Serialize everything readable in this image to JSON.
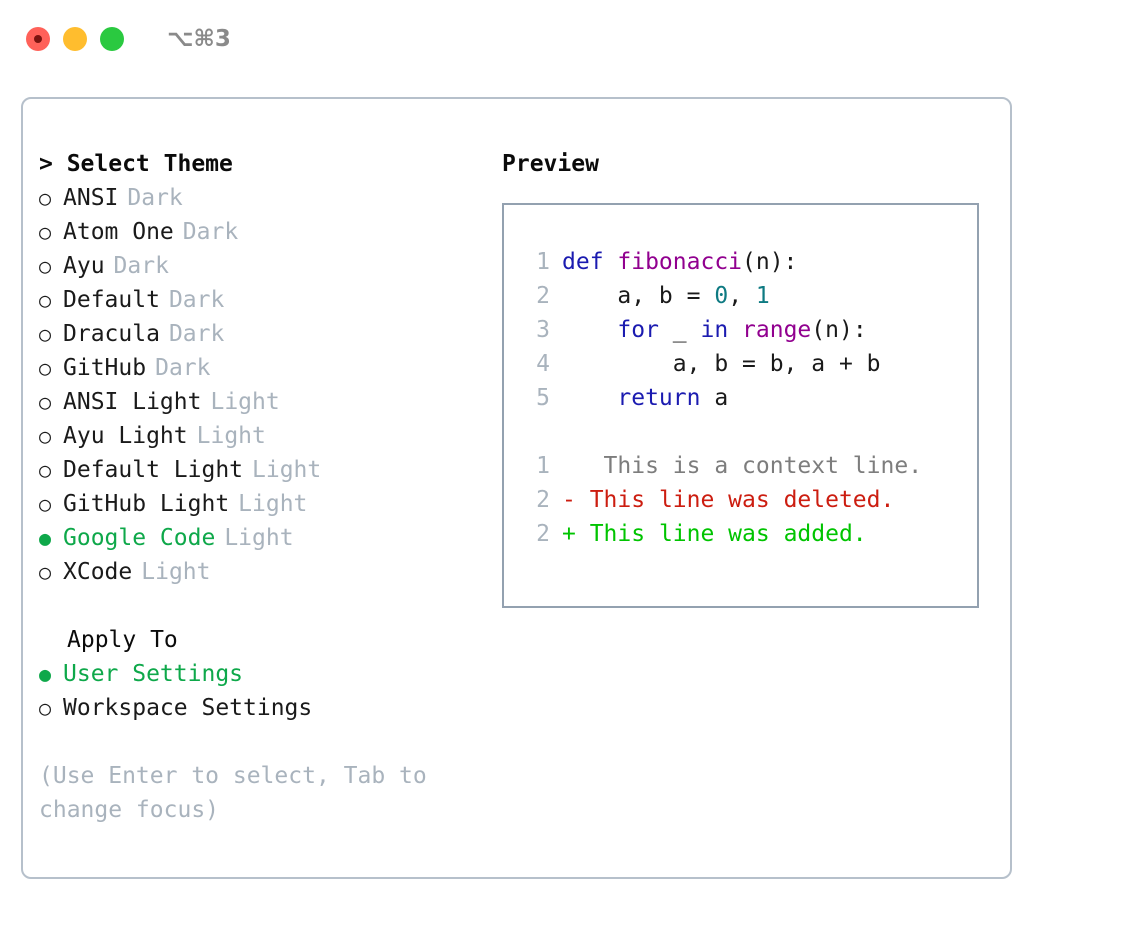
{
  "window": {
    "shortcut": "⌥⌘3",
    "traffic_lights": [
      "close",
      "minimize",
      "maximize"
    ],
    "colors": {
      "close": "#ff6159",
      "minimize": "#ffbd2e",
      "maximize": "#2ac940",
      "accent_green": "#0ea84a",
      "panel_border": "#b6c0cb",
      "preview_border": "#93a1b0",
      "muted": "#a9b3bd"
    }
  },
  "theme_selector": {
    "header": "> Select Theme",
    "bullet_off": "○",
    "bullet_on": "●",
    "options": [
      {
        "name": "ANSI",
        "tag": "Dark",
        "selected": false
      },
      {
        "name": "Atom One",
        "tag": "Dark",
        "selected": false
      },
      {
        "name": "Ayu",
        "tag": "Dark",
        "selected": false
      },
      {
        "name": "Default",
        "tag": "Dark",
        "selected": false
      },
      {
        "name": "Dracula",
        "tag": "Dark",
        "selected": false
      },
      {
        "name": "GitHub",
        "tag": "Dark",
        "selected": false
      },
      {
        "name": "ANSI Light",
        "tag": "Light",
        "selected": false
      },
      {
        "name": "Ayu Light",
        "tag": "Light",
        "selected": false
      },
      {
        "name": "Default Light",
        "tag": "Light",
        "selected": false
      },
      {
        "name": "GitHub Light",
        "tag": "Light",
        "selected": false
      },
      {
        "name": "Google Code",
        "tag": "Light",
        "selected": true
      },
      {
        "name": "XCode",
        "tag": "Light",
        "selected": false
      }
    ]
  },
  "apply_to": {
    "header": "Apply To",
    "options": [
      {
        "name": "User Settings",
        "selected": true
      },
      {
        "name": "Workspace Settings",
        "selected": false
      }
    ]
  },
  "hint": "(Use Enter to select, Tab to change focus)",
  "preview": {
    "title": "Preview",
    "code_lines": [
      {
        "lineno": "1",
        "tokens": [
          {
            "text": "def ",
            "type": "kw"
          },
          {
            "text": "fibonacci",
            "type": "fn"
          },
          {
            "text": "(n):",
            "type": "plain"
          }
        ]
      },
      {
        "lineno": "2",
        "tokens": [
          {
            "text": "    a, b = ",
            "type": "plain"
          },
          {
            "text": "0",
            "type": "num"
          },
          {
            "text": ", ",
            "type": "plain"
          },
          {
            "text": "1",
            "type": "num"
          }
        ]
      },
      {
        "lineno": "3",
        "tokens": [
          {
            "text": "    ",
            "type": "plain"
          },
          {
            "text": "for",
            "type": "kw"
          },
          {
            "text": " _ ",
            "type": "plain"
          },
          {
            "text": "in",
            "type": "kw"
          },
          {
            "text": " ",
            "type": "plain"
          },
          {
            "text": "range",
            "type": "fn"
          },
          {
            "text": "(n):",
            "type": "plain"
          }
        ]
      },
      {
        "lineno": "4",
        "tokens": [
          {
            "text": "        a, b = b, a + b",
            "type": "plain"
          }
        ]
      },
      {
        "lineno": "5",
        "tokens": [
          {
            "text": "    ",
            "type": "plain"
          },
          {
            "text": "return",
            "type": "kw"
          },
          {
            "text": " a",
            "type": "plain"
          }
        ]
      }
    ],
    "diff_lines": [
      {
        "lineno": "1",
        "marker": " ",
        "text": "  This is a context line.",
        "type": "context"
      },
      {
        "lineno": "2",
        "marker": "-",
        "text": " This line was deleted.",
        "type": "deleted"
      },
      {
        "lineno": "2",
        "marker": "+",
        "text": " This line was added.",
        "type": "added"
      }
    ]
  }
}
